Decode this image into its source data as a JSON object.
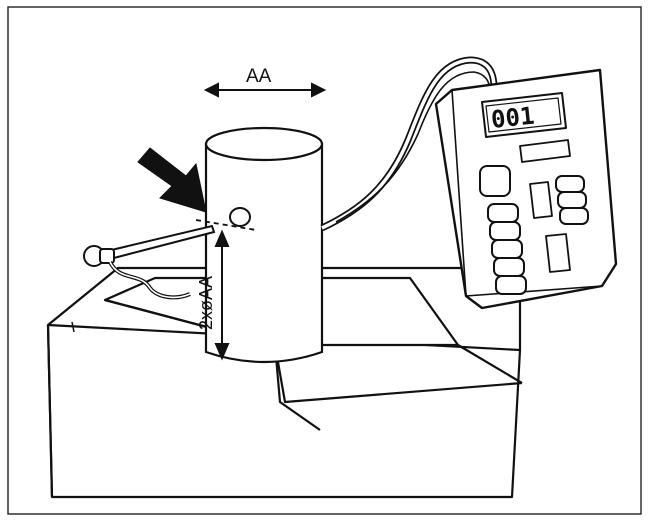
{
  "figure": {
    "labels": {
      "diameter": "AA",
      "height": "2xøAA"
    },
    "meter_display": "001",
    "icons": {
      "pointer": "arrow-icon",
      "probe": "thermometer-probe-icon"
    },
    "colors": {
      "ink": "#111111",
      "paper": "#ffffff"
    }
  }
}
